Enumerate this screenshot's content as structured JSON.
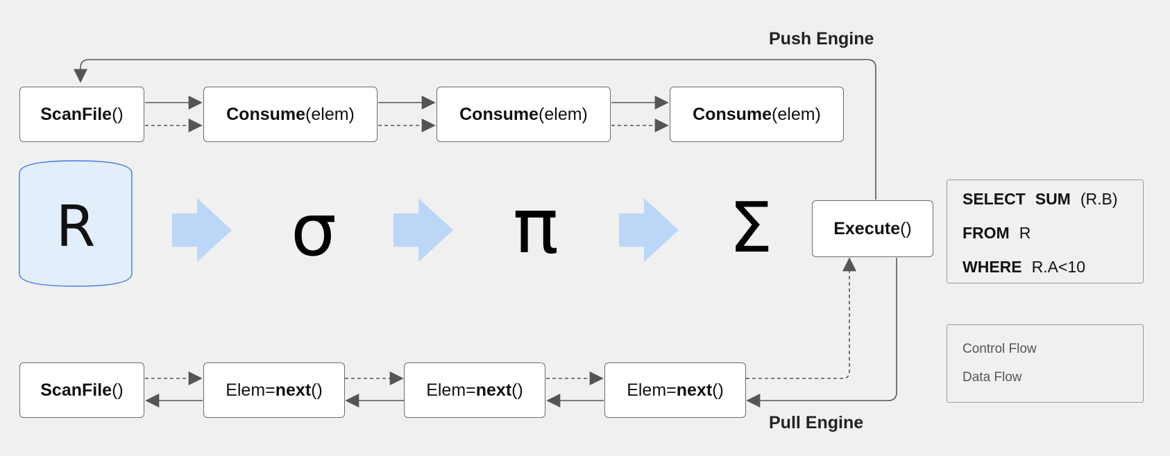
{
  "push_engine": {
    "label": "Push Engine",
    "source": {
      "fn": "ScanFile",
      "paren": "()"
    },
    "consumers": [
      {
        "fn": "Consume",
        "arg": "(elem)"
      },
      {
        "fn": "Consume",
        "arg": "(elem)"
      },
      {
        "fn": "Consume",
        "arg": "(elem)"
      }
    ]
  },
  "pipeline": {
    "relation": "R",
    "operators": [
      "σ",
      "π",
      "Σ"
    ],
    "arrow_color": "#bcd6f7",
    "db_fill": "#e3eefc",
    "db_stroke": "#3b78e7"
  },
  "execute": {
    "fn": "Execute",
    "paren": "()"
  },
  "pull_engine": {
    "label": "Pull Engine",
    "source": {
      "fn": "ScanFile",
      "paren": "()"
    },
    "callers": [
      {
        "prefix": "Elem=",
        "fn": "next",
        "paren": "()"
      },
      {
        "prefix": "Elem=",
        "fn": "next",
        "paren": "()"
      },
      {
        "prefix": "Elem=",
        "fn": "next",
        "paren": "()"
      }
    ]
  },
  "sql": [
    {
      "kw": "SELECT",
      "parts": [
        "SUM",
        "(R.B)"
      ]
    },
    {
      "kw": "FROM",
      "parts": [
        "R"
      ]
    },
    {
      "kw": "WHERE",
      "parts": [
        "R.A<10"
      ]
    }
  ],
  "legend": {
    "control_label": "Control Flow",
    "data_label": "Data Flow"
  },
  "colors": {
    "line": "#555555",
    "box_border": "#6b6b6b"
  }
}
